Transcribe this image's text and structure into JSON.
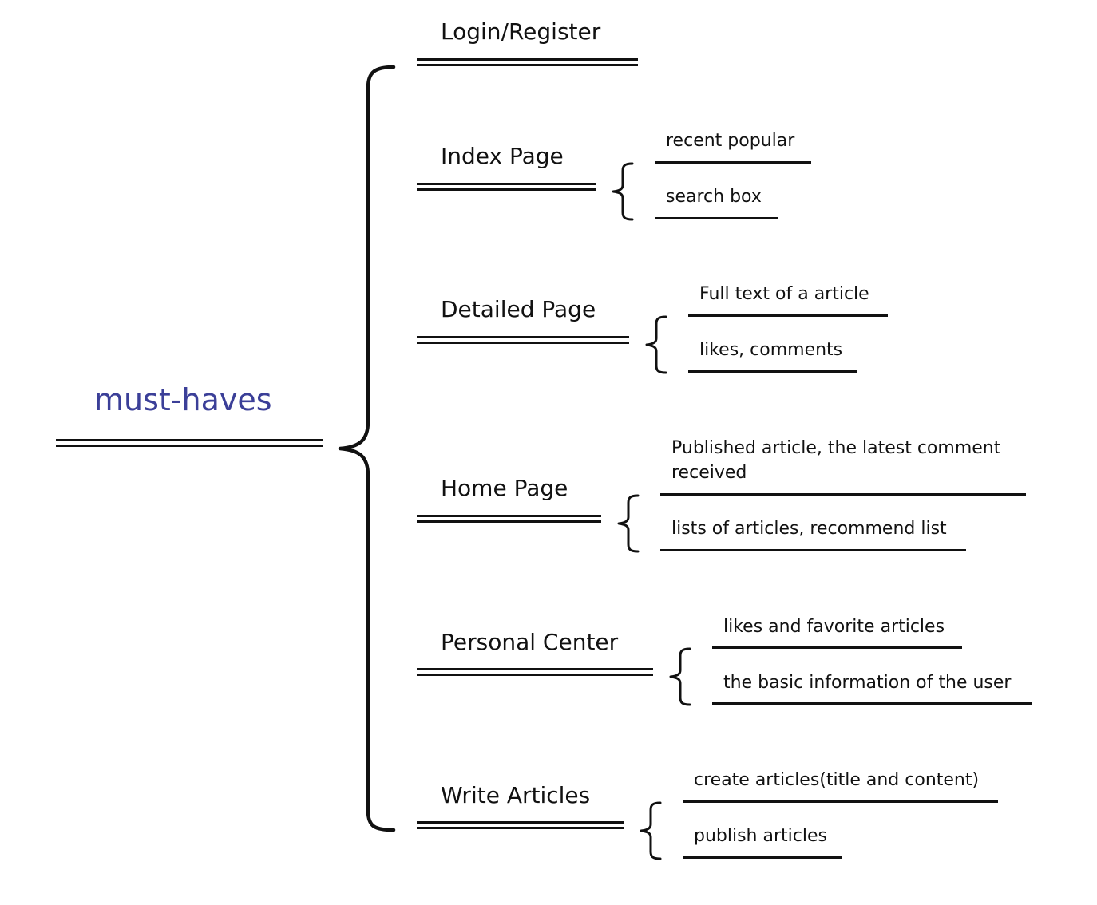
{
  "root": {
    "label": "must-haves",
    "color": "#3b3f98"
  },
  "branches": [
    {
      "label": "Login/Register",
      "leaves": []
    },
    {
      "label": "Index Page",
      "leaves": [
        "recent popular",
        "search box"
      ]
    },
    {
      "label": "Detailed Page",
      "leaves": [
        "Full text of a article",
        "likes, comments"
      ]
    },
    {
      "label": "Home Page",
      "leaves": [
        "Published article, the latest comment received",
        "lists of articles, recommend list"
      ]
    },
    {
      "label": "Personal Center",
      "leaves": [
        "likes and favorite articles",
        "the basic information of the user"
      ]
    },
    {
      "label": "Write Articles",
      "leaves": [
        "create articles(title and content)",
        "publish articles"
      ]
    }
  ]
}
